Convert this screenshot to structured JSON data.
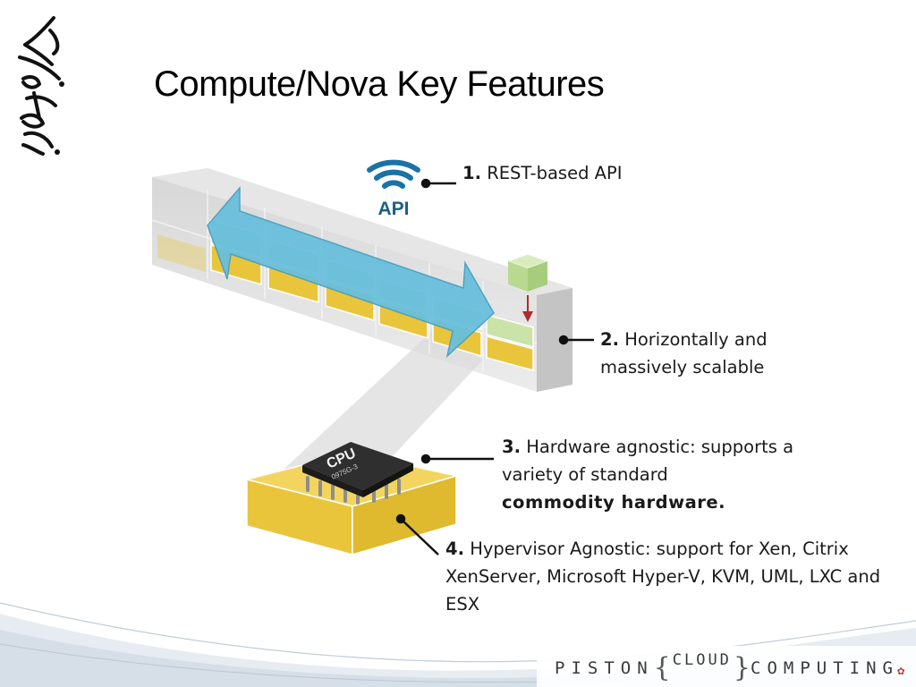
{
  "slide": {
    "title": "Compute/Nova Key Features"
  },
  "api_icon": {
    "label": "API",
    "color": "#1a73a8"
  },
  "cpu_chip": {
    "label": "CPU",
    "code": "0975G-3"
  },
  "callouts": {
    "c1": {
      "num": "1.",
      "text": "REST-based API"
    },
    "c2": {
      "num": "2.",
      "text": "Horizontally and massively scalable"
    },
    "c3": {
      "num": "3.",
      "text": "Hardware agnostic: supports a variety of standard",
      "strong": "commodity  hardware."
    },
    "c4": {
      "num": "4.",
      "text": "Hypervisor Agnostic: support for Xen, Citrix XenServer, Microsoft Hyper-V, KVM, UML, LXC and ESX"
    }
  },
  "brand": {
    "word1": "PISTON",
    "word2": "CLOUD",
    "word3": "COMPUTING"
  },
  "colors": {
    "gold": "#e9c53c",
    "green": "#c9e3a6",
    "arrow": "#69bfdc",
    "red_arrow": "#b22a2a",
    "block_gray": "#d9d9d9"
  }
}
